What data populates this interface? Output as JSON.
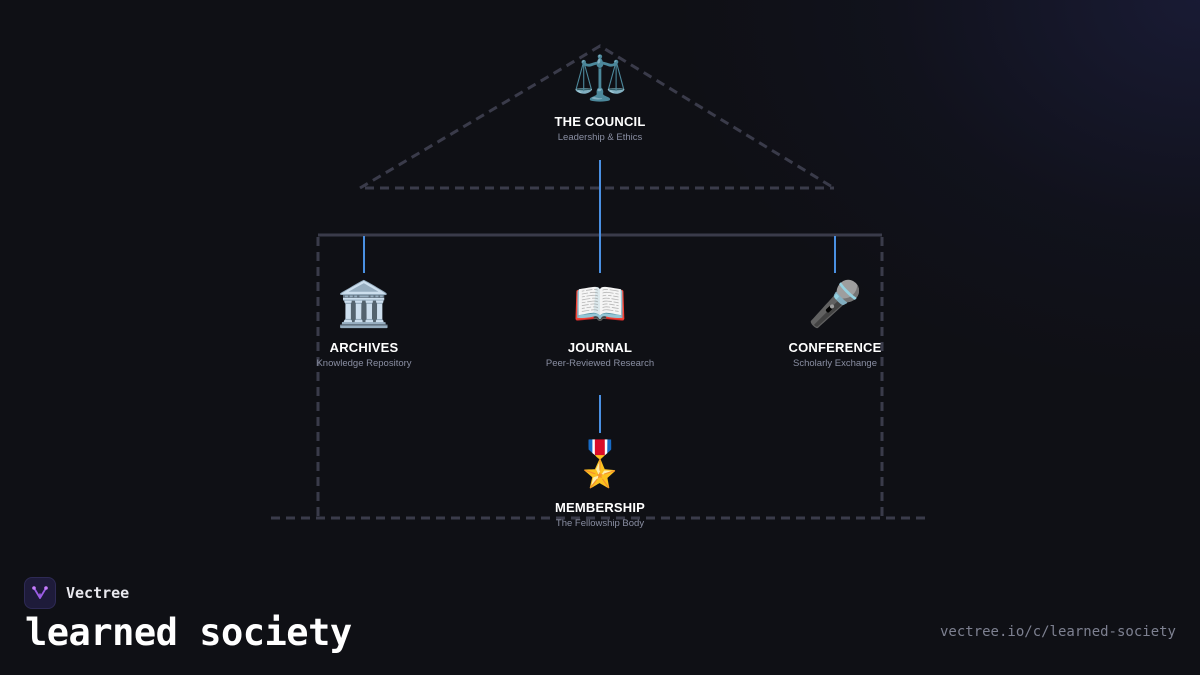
{
  "diagram": {
    "nodes": {
      "council": {
        "icon": "⚖️",
        "icon_name": "scales-icon",
        "title": "THE COUNCIL",
        "subtitle": "Leadership & Ethics"
      },
      "archives": {
        "icon": "🏛️",
        "icon_name": "classical-building-icon",
        "title": "ARCHIVES",
        "subtitle": "Knowledge Repository"
      },
      "journal": {
        "icon": "📖",
        "icon_name": "open-book-icon",
        "title": "JOURNAL",
        "subtitle": "Peer-Reviewed Research"
      },
      "conference": {
        "icon": "🎤",
        "icon_name": "microphone-icon",
        "title": "CONFERENCE",
        "subtitle": "Scholarly Exchange"
      },
      "membership": {
        "icon": "🎖️",
        "icon_name": "military-medal-icon",
        "title": "MEMBERSHIP",
        "subtitle": "The Fellowship Body"
      }
    },
    "colors": {
      "connector": "#4a90e2",
      "frame": "#3a3b4a",
      "background": "#0f1015"
    }
  },
  "footer": {
    "brand": "Vectree",
    "title": "learned society",
    "url": "vectree.io/c/learned-society"
  }
}
